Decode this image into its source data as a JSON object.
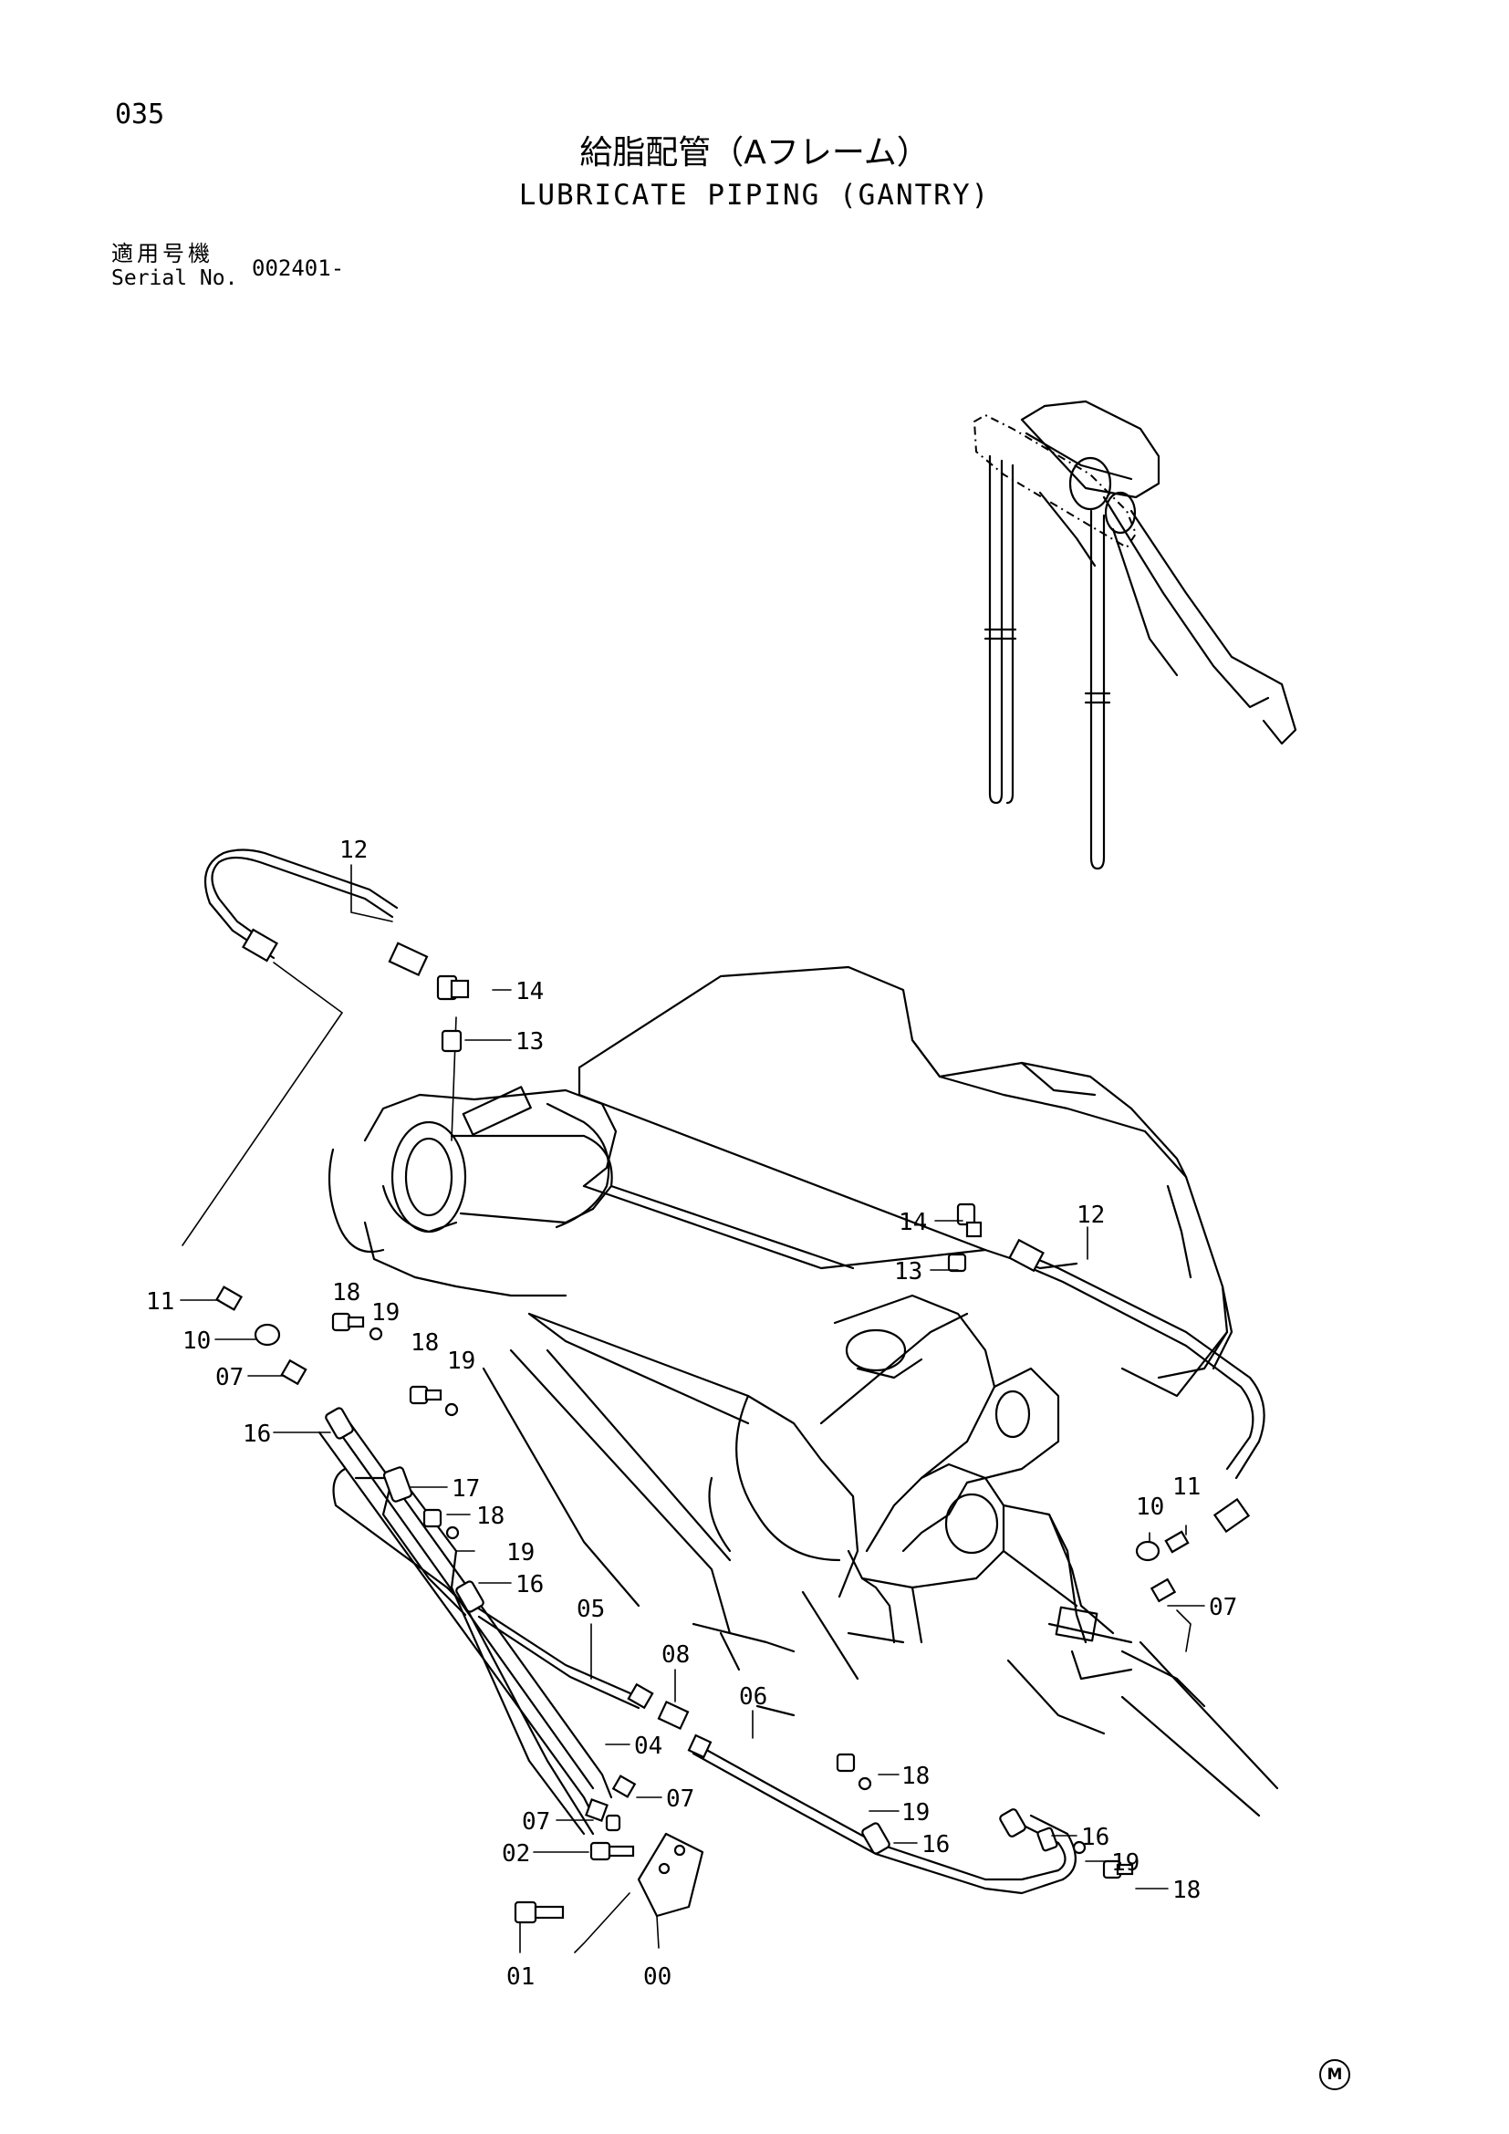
{
  "header": {
    "page_number": "035",
    "title_jp": "給脂配管（Aフレーム）",
    "title_en": "LUBRICATE PIPING (GANTRY)",
    "serial_label_jp": "適用号機",
    "serial_label_en": "Serial No.",
    "serial_value": "002401-"
  },
  "footer": {
    "mark": "M"
  },
  "callouts": [
    {
      "id": "c12a",
      "text": "12"
    },
    {
      "id": "c14a",
      "text": "14"
    },
    {
      "id": "c13a",
      "text": "13"
    },
    {
      "id": "c14b",
      "text": "14"
    },
    {
      "id": "c12b",
      "text": "12"
    },
    {
      "id": "c13b",
      "text": "13"
    },
    {
      "id": "c11a",
      "text": "11"
    },
    {
      "id": "c18a",
      "text": "18"
    },
    {
      "id": "c19a",
      "text": "19"
    },
    {
      "id": "c10a",
      "text": "10"
    },
    {
      "id": "c18b",
      "text": "18"
    },
    {
      "id": "c19b",
      "text": "19"
    },
    {
      "id": "c07a",
      "text": "07"
    },
    {
      "id": "c16a",
      "text": "16"
    },
    {
      "id": "c17",
      "text": "17"
    },
    {
      "id": "c18c",
      "text": "18"
    },
    {
      "id": "c19c",
      "text": "19"
    },
    {
      "id": "c16b",
      "text": "16"
    },
    {
      "id": "c05",
      "text": "05"
    },
    {
      "id": "c08",
      "text": "08"
    },
    {
      "id": "c06",
      "text": "06"
    },
    {
      "id": "c04",
      "text": "04"
    },
    {
      "id": "c07b",
      "text": "07"
    },
    {
      "id": "c07c",
      "text": "07"
    },
    {
      "id": "c02",
      "text": "02"
    },
    {
      "id": "c01",
      "text": "01"
    },
    {
      "id": "c00",
      "text": "00"
    },
    {
      "id": "c18d",
      "text": "18"
    },
    {
      "id": "c19d",
      "text": "19"
    },
    {
      "id": "c16c",
      "text": "16"
    },
    {
      "id": "c16d",
      "text": "16"
    },
    {
      "id": "c19e",
      "text": "19"
    },
    {
      "id": "c18e",
      "text": "18"
    },
    {
      "id": "c10b",
      "text": "10"
    },
    {
      "id": "c11b",
      "text": "11"
    },
    {
      "id": "c07d",
      "text": "07"
    }
  ]
}
